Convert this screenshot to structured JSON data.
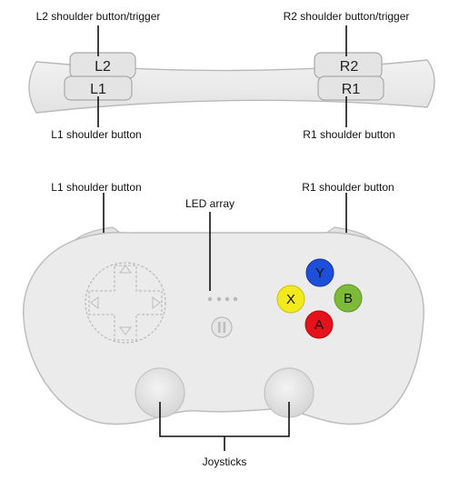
{
  "labels": {
    "l2_trigger": "L2 shoulder button/trigger",
    "r2_trigger": "R2 shoulder button/trigger",
    "l1_top": "L1 shoulder button",
    "r1_top": "R1 shoulder button",
    "l1_front": "L1 shoulder button",
    "r1_front": "R1 shoulder button",
    "led_array": "LED array",
    "joysticks": "Joysticks"
  },
  "buttons": {
    "l2": "L2",
    "l1": "L1",
    "r2": "R2",
    "r1": "R1",
    "y": "Y",
    "x": "X",
    "b": "B",
    "a": "A"
  },
  "colors": {
    "y_button": "#1e4fd8",
    "x_button": "#f2ea1a",
    "b_button": "#7dba3a",
    "a_button": "#e3121b",
    "controller_body": "#ebebeb",
    "controller_outline": "#bdbdbd"
  },
  "icons": {
    "pause": "pause-icon",
    "dpad": "dpad-icon"
  }
}
